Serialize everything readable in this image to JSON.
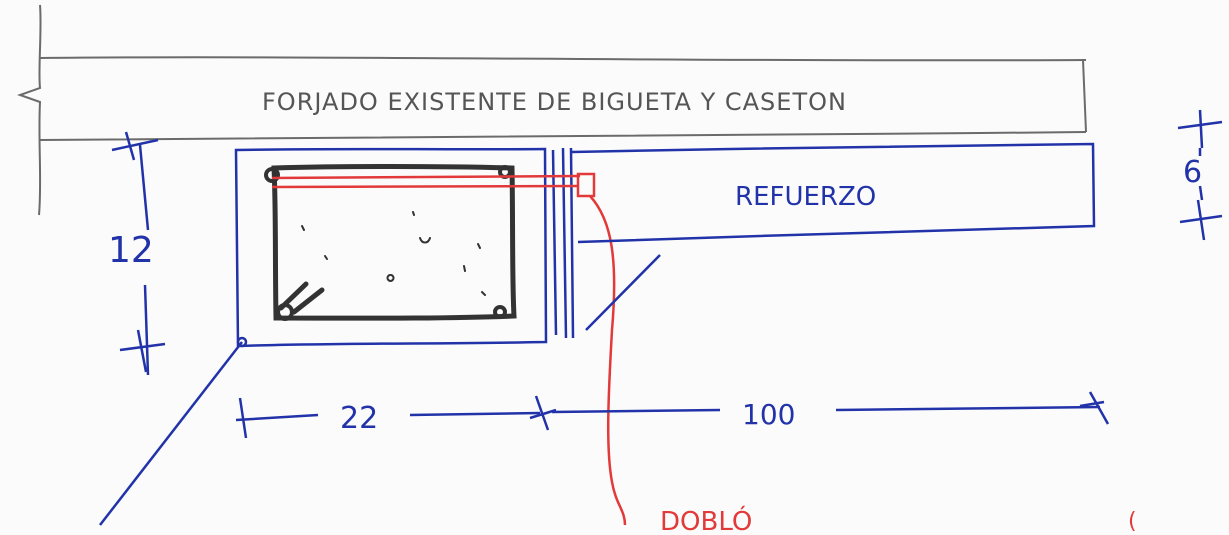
{
  "slab_label": "FORJADO EXISTENTE DE BIGUETA Y CASETON",
  "reinforcement_label": "REFUERZO",
  "dimensions": {
    "beam_height": "12",
    "beam_width": "22",
    "reinforcement_length": "100",
    "reinforcement_thickness": "6"
  },
  "annotation": "DOBLÓ",
  "colors": {
    "graphite": "#555555",
    "blue": "#2233aa",
    "red": "#e23a3a",
    "dark": "#333333"
  }
}
